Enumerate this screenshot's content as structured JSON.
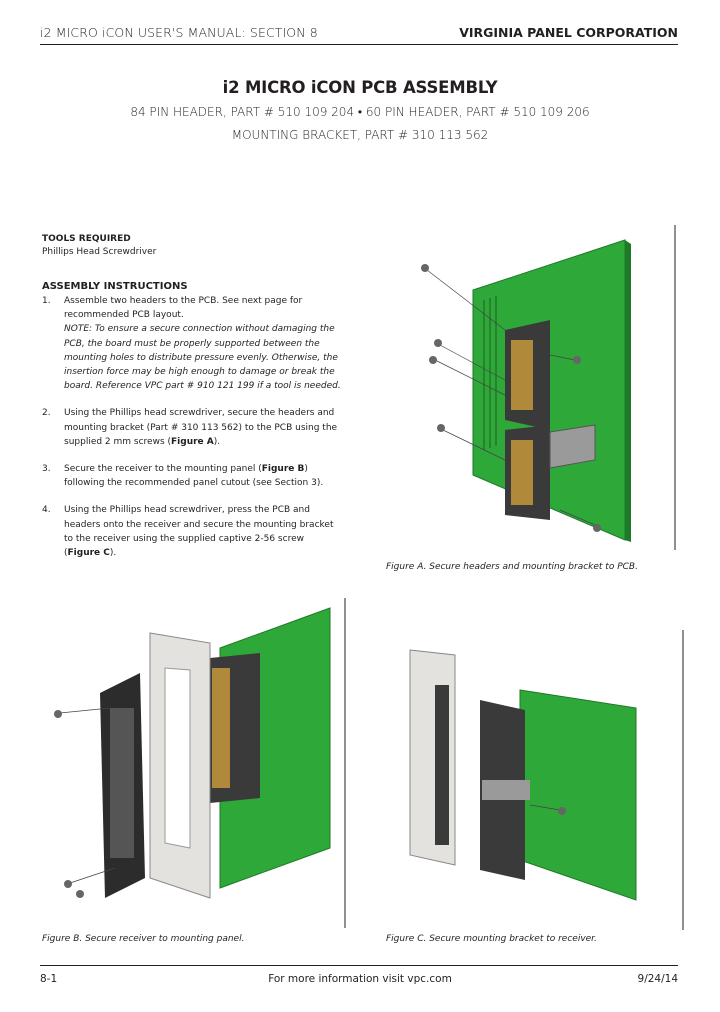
{
  "header": {
    "left": "i2 MICRO iCON USER'S MANUAL: SECTION 8",
    "right": "VIRGINIA PANEL CORPORATION"
  },
  "title": "i2 MICRO iCON PCB ASSEMBLY",
  "subtitle_line1": "84 PIN HEADER, PART # 510 109 204 • 60 PIN HEADER, PART # 510 109 206",
  "subtitle_line2": "MOUNTING BRACKET, PART # 310 113 562",
  "tools": {
    "heading": "TOOLS REQUIRED",
    "item": "Phillips Head Screwdriver"
  },
  "assembly": {
    "heading": "ASSEMBLY INSTRUCTIONS",
    "steps": [
      {
        "num": "1.",
        "text": "Assemble two headers to the PCB. See next page for recommended PCB layout.",
        "note": "NOTE: To ensure a secure connection without damaging the PCB, the board must be properly supported between the mounting holes to distribute pressure evenly. Otherwise, the insertion force may be high enough to damage or break the board. Reference VPC part # 910 121 199 if a tool is needed."
      },
      {
        "num": "2.",
        "text_pre": "Using the Phillips head screwdriver, secure the headers and mounting bracket (Part # 310 113 562) to the PCB using the supplied 2 mm screws (",
        "bold": "Figure A",
        "text_post": ")."
      },
      {
        "num": "3.",
        "text_pre": "Secure the receiver to the mounting panel (",
        "bold": "Figure B",
        "text_post": ") following the recommended panel cutout (see Section 3)."
      },
      {
        "num": "4.",
        "text_pre": "Using the Phillips head screwdriver, press the PCB and headers onto the receiver and secure the mounting bracket to the receiver using the supplied captive 2-56 screw (",
        "bold": "Figure C",
        "text_post": ")."
      }
    ]
  },
  "figures": {
    "a_caption": "Figure A. Secure headers and mounting bracket to PCB.",
    "b_caption": "Figure B. Secure receiver to mounting panel.",
    "c_caption": "Figure C. Secure mounting bracket to receiver."
  },
  "colors": {
    "pcb_green": "#2fa83a",
    "connector": "#3a3a3a",
    "pins": "#b08a3a"
  },
  "footer": {
    "page": "8-1",
    "center": "For more information visit vpc.com",
    "date": "9/24/14"
  }
}
